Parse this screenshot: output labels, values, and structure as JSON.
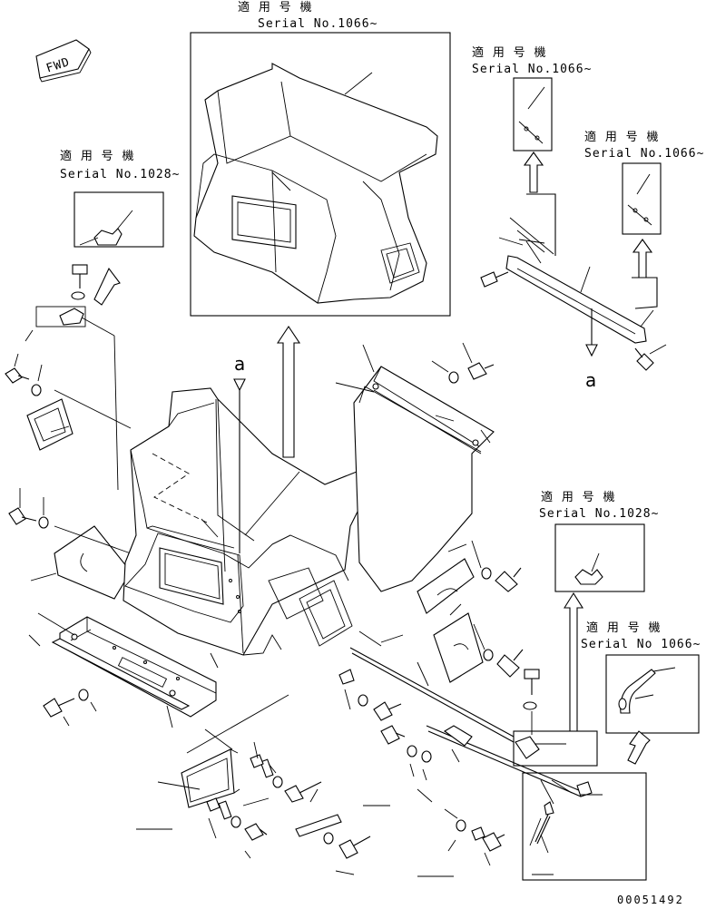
{
  "fwd_label": "FWD",
  "applies_label": "適 用 号 機",
  "serial_1066": "Serial No.1066~",
  "serial_1028": "Serial No.1028~",
  "serial_1066_alt": "Serial No 1066~",
  "ref_a": "a",
  "part_number": "00051492"
}
